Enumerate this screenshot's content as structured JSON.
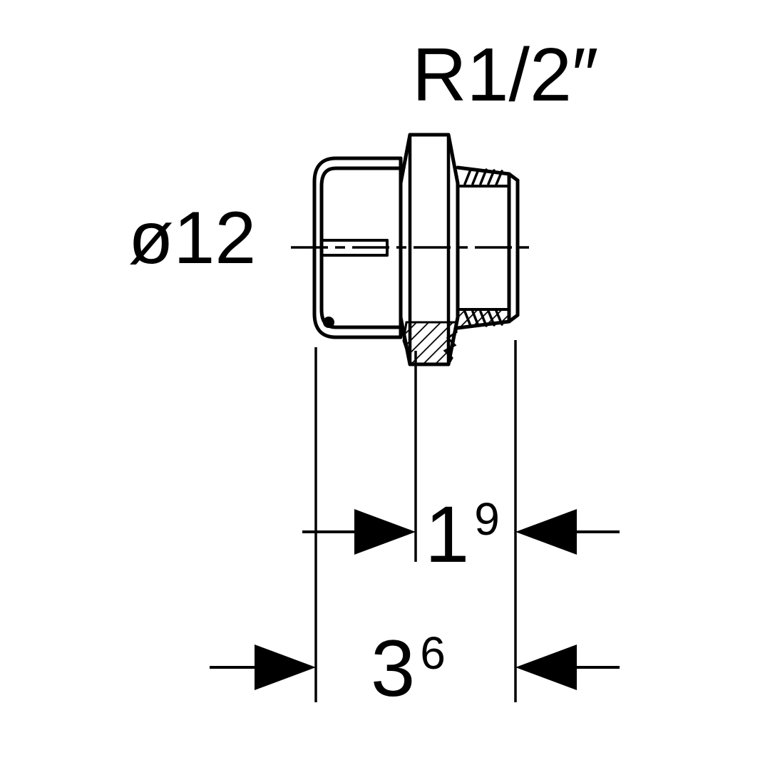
{
  "labels": {
    "thread": "R1/2″",
    "diameter": "ø12"
  },
  "dimensions": {
    "thread_length": {
      "main": "1",
      "sup": "9"
    },
    "overall_length": {
      "main": "3",
      "sup": "6"
    }
  },
  "colors": {
    "line": "#000000",
    "background": "#ffffff"
  }
}
